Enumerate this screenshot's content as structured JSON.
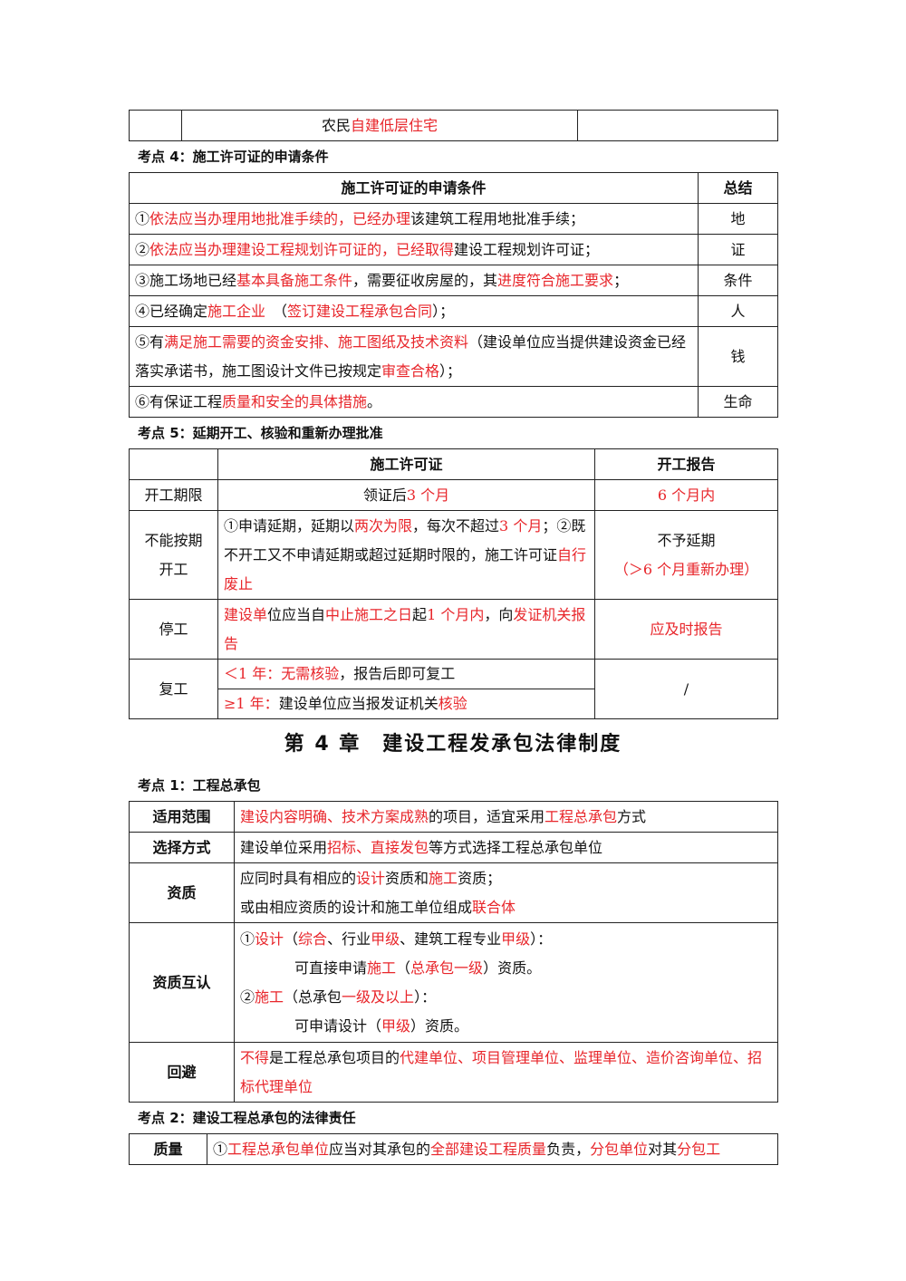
{
  "top_table": {
    "row": [
      {
        "t": "农民"
      },
      {
        "t": "自建低层住宅",
        "r": true
      }
    ]
  },
  "sec4": {
    "heading": "考点 4：施工许可证的申请条件",
    "header_condition": "施工许可证的申请条件",
    "header_summary": "总结",
    "rows": [
      {
        "summary": "地",
        "parts": [
          {
            "t": "①"
          },
          {
            "t": "依法应当办理用地批准手续的，已经办理",
            "r": true
          },
          {
            "t": "该建筑工程用地批准手续；"
          }
        ]
      },
      {
        "summary": "证",
        "parts": [
          {
            "t": "②"
          },
          {
            "t": "依法应当办理建设工程规划许可证的，已经取得",
            "r": true
          },
          {
            "t": "建设工程规划许可证；"
          }
        ]
      },
      {
        "summary": "条件",
        "parts": [
          {
            "t": "③施工场地已经"
          },
          {
            "t": "基本具备施工条件",
            "r": true
          },
          {
            "t": "，需要征收房屋的，其"
          },
          {
            "t": "进度符合施工要求",
            "r": true
          },
          {
            "t": "；"
          }
        ]
      },
      {
        "summary": "人",
        "parts": [
          {
            "t": "④已经确定"
          },
          {
            "t": "施工企业",
            "r": true
          },
          {
            "t": "　（"
          },
          {
            "t": "签订建设工程承包合同",
            "r": true
          },
          {
            "t": "）；"
          }
        ]
      },
      {
        "summary": "钱",
        "parts": [
          {
            "t": "⑤有"
          },
          {
            "t": "满足施工需要的资金安排、施工图纸及技术资料",
            "r": true
          },
          {
            "t": "（建设单位应当提供建设资金已经落实承诺书，施工图设计文件已按规定"
          },
          {
            "t": "审查合格",
            "r": true
          },
          {
            "t": "）；"
          }
        ]
      },
      {
        "summary": "生命",
        "parts": [
          {
            "t": "⑥有保证工程"
          },
          {
            "t": "质量和安全的具体措施",
            "r": true
          },
          {
            "t": "。"
          }
        ]
      }
    ]
  },
  "sec5": {
    "heading": "考点 5：延期开工、核验和重新办理批准",
    "header_permit": "施工许可证",
    "header_report": "开工报告",
    "r1_label": "开工期限",
    "r1_permit": [
      {
        "t": "领证后"
      },
      {
        "t": "3 个月",
        "r": true
      }
    ],
    "r1_report": [
      {
        "t": "6 个月内",
        "r": true
      }
    ],
    "r2_label": "不能按期开工",
    "r2_permit": [
      {
        "t": "①申请延期，延期以"
      },
      {
        "t": "两次为限",
        "r": true
      },
      {
        "t": "，每次不超过"
      },
      {
        "t": "3 个月",
        "r": true
      },
      {
        "t": "；②既不开工又不申请延期或超过延期时限的，施工许可证"
      },
      {
        "t": "自行废止",
        "r": true
      }
    ],
    "r2_report_1": "不予延期",
    "r2_report_2": "（＞6 个月重新办理）",
    "r3_label": "停工",
    "r3_permit": [
      {
        "t": "建设单",
        "r": true
      },
      {
        "t": "位应当自"
      },
      {
        "t": "中止施工之日",
        "r": true
      },
      {
        "t": "起"
      },
      {
        "t": "1 个月内",
        "r": true
      },
      {
        "t": "，向"
      },
      {
        "t": "发证机关报告",
        "r": true
      }
    ],
    "r3_report": [
      {
        "t": "应及时报告",
        "r": true
      }
    ],
    "r4_label": "复工",
    "r4_a": [
      {
        "t": "＜1 年：无需核验",
        "r": true
      },
      {
        "t": "，报告后即可复工"
      }
    ],
    "r4_b": [
      {
        "t": "≥1 年：",
        "r": true
      },
      {
        "t": "建设单位应当报发证机关"
      },
      {
        "t": "核验",
        "r": true
      }
    ],
    "r4_report": "/"
  },
  "chapter_title": "第 4 章　建设工程发承包法律制度",
  "sec1": {
    "heading": "考点 1：工程总承包",
    "rows": [
      {
        "label": "适用范围",
        "parts": [
          {
            "t": "建设内容明确、技术方案成熟",
            "r": true
          },
          {
            "t": "的项目，适宜采用"
          },
          {
            "t": "工程总承包",
            "r": true
          },
          {
            "t": "方式"
          }
        ]
      },
      {
        "label": "选择方式",
        "parts": [
          {
            "t": "建设单位采用"
          },
          {
            "t": "招标、直接发包",
            "r": true
          },
          {
            "t": "等方式选择工程总承包单位"
          }
        ]
      }
    ],
    "zizhi_label": "资质",
    "zizhi_1": [
      {
        "t": "应同时具有相应的"
      },
      {
        "t": "设计",
        "r": true
      },
      {
        "t": "资质和"
      },
      {
        "t": "施工",
        "r": true
      },
      {
        "t": "资质；"
      }
    ],
    "zizhi_2": [
      {
        "t": "或由相应资质的设计和施工单位组成"
      },
      {
        "t": "联合体",
        "r": true
      }
    ],
    "huren_label": "资质互认",
    "huren_1": [
      {
        "t": "①"
      },
      {
        "t": "设计",
        "r": true
      },
      {
        "t": "（"
      },
      {
        "t": "综合",
        "r": true
      },
      {
        "t": "、行业"
      },
      {
        "t": "甲级",
        "r": true
      },
      {
        "t": "、建筑工程专业"
      },
      {
        "t": "甲级",
        "r": true
      },
      {
        "t": "）："
      }
    ],
    "huren_2": [
      {
        "t": "可直接申请"
      },
      {
        "t": "施工",
        "r": true
      },
      {
        "t": "（"
      },
      {
        "t": "总承包一级",
        "r": true
      },
      {
        "t": "）资质。"
      }
    ],
    "huren_3": [
      {
        "t": "②"
      },
      {
        "t": "施工",
        "r": true
      },
      {
        "t": "（总承包"
      },
      {
        "t": "一级及以上",
        "r": true
      },
      {
        "t": "）："
      }
    ],
    "huren_4": [
      {
        "t": "可申请设计（"
      },
      {
        "t": "甲级",
        "r": true
      },
      {
        "t": "）资质。"
      }
    ],
    "huibi_label": "回避",
    "huibi": [
      {
        "t": "不得",
        "r": true
      },
      {
        "t": "是工程总承包项目的"
      },
      {
        "t": "代建单位、项目管理单位、监理单位、造价咨询单位、招标代理单位",
        "r": true
      }
    ]
  },
  "sec2": {
    "heading": "考点 2：建设工程总承包的法律责任",
    "label": "质量",
    "parts": [
      {
        "t": "①"
      },
      {
        "t": "工程总承包单位",
        "r": true
      },
      {
        "t": "应当对其承包的"
      },
      {
        "t": "全部建设工程质量",
        "r": true
      },
      {
        "t": "负责，"
      },
      {
        "t": "分包单位",
        "r": true
      },
      {
        "t": "对其"
      },
      {
        "t": "分包工",
        "r": true
      }
    ]
  }
}
